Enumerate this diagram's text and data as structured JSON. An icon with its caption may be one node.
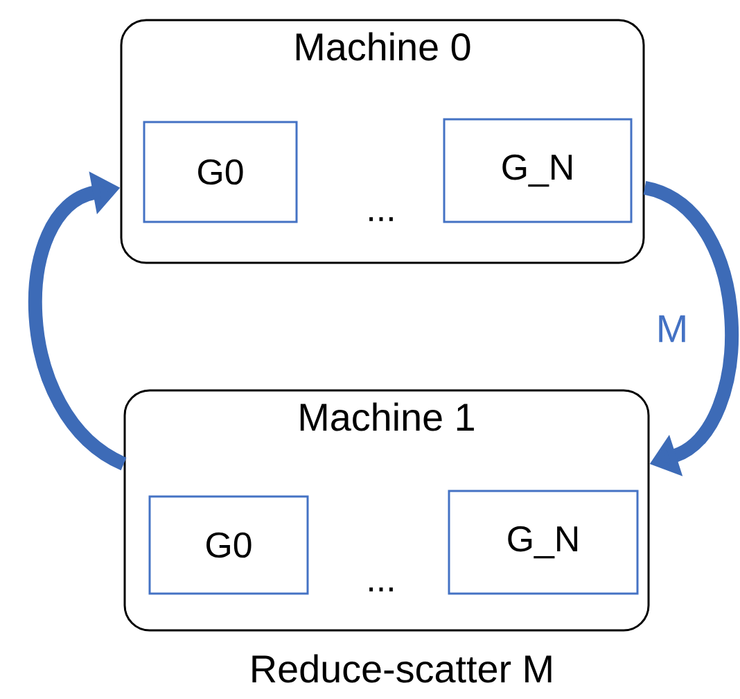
{
  "diagram": {
    "caption": "Reduce-scatter M",
    "nodes": [
      {
        "text": [
          "Machine 0"
        ]
      },
      {
        "text": [
          "G0"
        ],
        "in": 0
      },
      {
        "text": [
          "G_N"
        ],
        "in": 0
      },
      {
        "text": [
          "Machine 1"
        ]
      },
      {
        "text": [
          "G0"
        ],
        "in": 3
      },
      {
        "text": [
          "G_N"
        ],
        "in": 3
      }
    ],
    "edges": [
      {
        "from": 3,
        "to": 0,
        "arrow": "to"
      },
      {
        "from": 0,
        "to": 3,
        "arrow": "to",
        "label": "M"
      }
    ],
    "labels": [
      "...",
      "..."
    ]
  }
}
